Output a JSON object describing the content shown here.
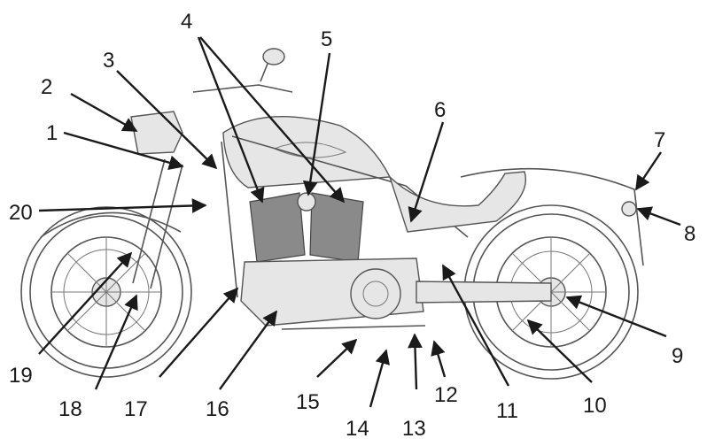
{
  "callouts": [
    {
      "id": "1",
      "label": "1"
    },
    {
      "id": "2",
      "label": "2"
    },
    {
      "id": "3",
      "label": "3"
    },
    {
      "id": "4",
      "label": "4"
    },
    {
      "id": "5",
      "label": "5"
    },
    {
      "id": "6",
      "label": "6"
    },
    {
      "id": "7",
      "label": "7"
    },
    {
      "id": "8",
      "label": "8"
    },
    {
      "id": "9",
      "label": "9"
    },
    {
      "id": "10",
      "label": "10"
    },
    {
      "id": "11",
      "label": "11"
    },
    {
      "id": "12",
      "label": "12"
    },
    {
      "id": "13",
      "label": "13"
    },
    {
      "id": "14",
      "label": "14"
    },
    {
      "id": "15",
      "label": "15"
    },
    {
      "id": "16",
      "label": "16"
    },
    {
      "id": "17",
      "label": "17"
    },
    {
      "id": "18",
      "label": "18"
    },
    {
      "id": "19",
      "label": "19"
    },
    {
      "id": "20",
      "label": "20"
    }
  ],
  "colors": {
    "ink": "#1a1a1a",
    "drawing": "#555555",
    "engine": "#8a8a8a"
  }
}
